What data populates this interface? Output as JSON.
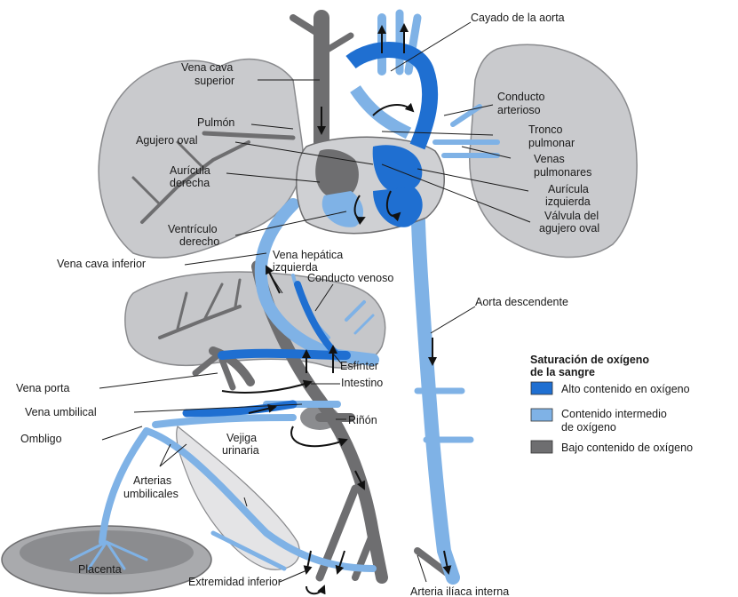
{
  "labels": {
    "cayado_aorta": "Cayado de la aorta",
    "vena_cava_superior_1": "Vena cava",
    "vena_cava_superior_2": "superior",
    "conducto_arterioso_1": "Conducto",
    "conducto_arterioso_2": "arterioso",
    "pulmon": "Pulmón",
    "tronco_pulmonar_1": "Tronco",
    "tronco_pulmonar_2": "pulmonar",
    "agujero_oval": "Agujero oval",
    "venas_pulmonares_1": "Venas",
    "venas_pulmonares_2": "pulmonares",
    "auricula_derecha_1": "Aurícula",
    "auricula_derecha_2": "derecha",
    "auricula_izquierda_1": "Aurícula",
    "auricula_izquierda_2": "izquierda",
    "valvula_agujero_1": "Válvula del",
    "valvula_agujero_2": "agujero oval",
    "ventriculo_derecho_1": "Ventrículo",
    "ventriculo_derecho_2": "derecho",
    "vena_cava_inferior": "Vena cava inferior",
    "vena_hepatica_1": "Vena hepática",
    "vena_hepatica_2": "izquierda",
    "conducto_venoso": "Conducto venoso",
    "aorta_descendente": "Aorta descendente",
    "esfinter": "Esfínter",
    "intestino": "Intestino",
    "vena_porta": "Vena porta",
    "vena_umbilical": "Vena umbilical",
    "rinon": "Riñón",
    "ombligo": "Ombligo",
    "vejiga_1": "Vejiga",
    "vejiga_2": "urinaria",
    "arterias_umbilicales_1": "Arterias",
    "arterias_umbilicales_2": "umbilicales",
    "placenta": "Placenta",
    "extremidad_inferior": "Extremidad inferior",
    "arteria_iliaca": "Arteria ilíaca interna"
  },
  "legend": {
    "title_1": "Saturación de oxígeno",
    "title_2": "de la sangre",
    "items": [
      {
        "label_1": "Alto contenido en oxígeno",
        "label_2": "",
        "color": "#1f6fd1"
      },
      {
        "label_1": "Contenido intermedio",
        "label_2": "de oxígeno",
        "color": "#7fb2e6"
      },
      {
        "label_1": "Bajo contenido de oxígeno",
        "label_2": "",
        "color": "#6e6e70"
      }
    ]
  },
  "colors": {
    "high_oxygen": "#1f6fd1",
    "mid_oxygen": "#7fb2e6",
    "low_oxygen": "#6e6e70",
    "organ_gray": "#c4c5c8",
    "lung_gray": "#c9cacd"
  }
}
